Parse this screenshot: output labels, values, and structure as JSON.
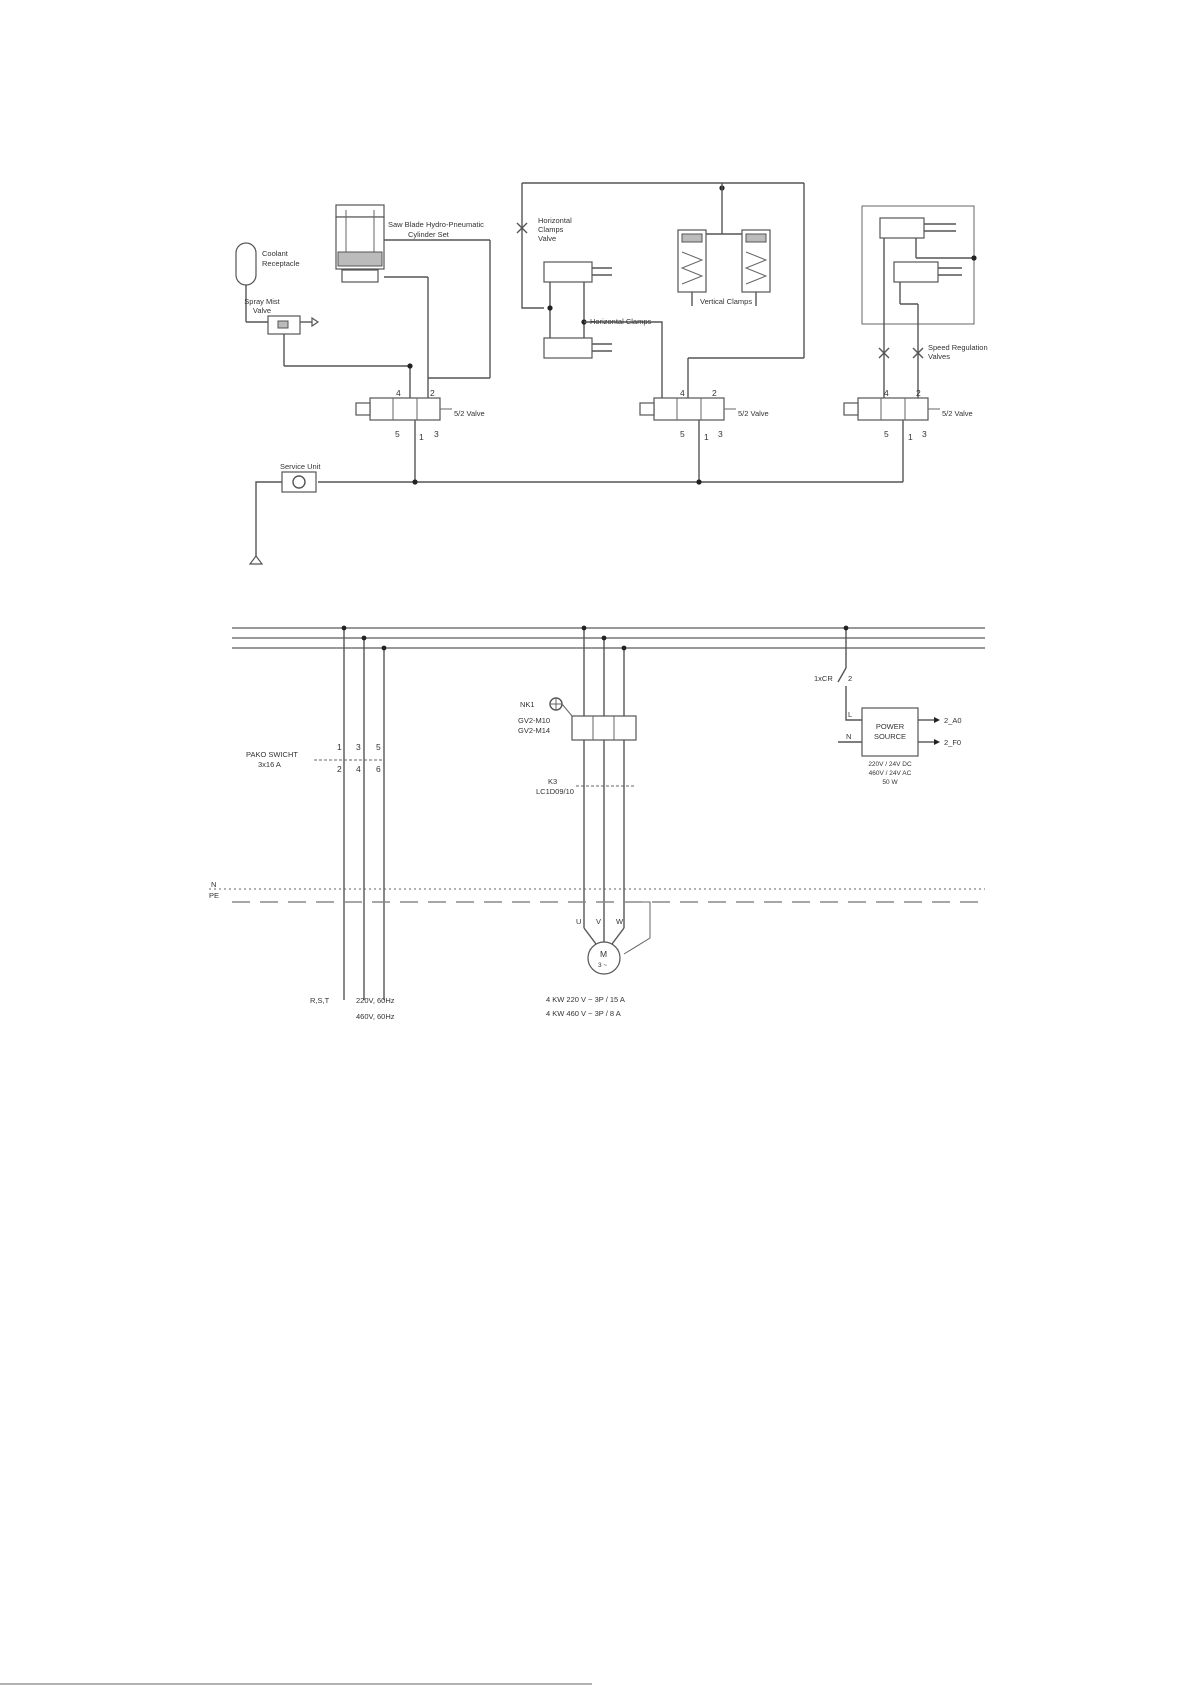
{
  "pneumatic": {
    "saw_cylinder": [
      "Saw Blade Hydro-Pneumatic",
      "Cylinder Set"
    ],
    "coolant": [
      "Coolant",
      "Receptacle"
    ],
    "spray_valve": [
      "Spray Mist",
      "Valve"
    ],
    "h_clamps_valve": [
      "Horizontal",
      "Clamps",
      "Valve"
    ],
    "horizontal_clamps": "Horizontal Clamps",
    "vertical_clamps": "Vertical Clamps",
    "speed_valves": [
      "Speed Regulation",
      "Valves"
    ],
    "valve_label": "5/2 Valve",
    "service_unit": "Service Unit",
    "port_4": "4",
    "port_2": "2",
    "port_5": "5",
    "port_1": "1",
    "port_3": "3"
  },
  "electrical": {
    "rotary_switch": [
      "PAKO SWICHT",
      "3x16 A"
    ],
    "switch_pins_top": [
      "1",
      "3",
      "5"
    ],
    "switch_pins_bottom": [
      "2",
      "4",
      "6"
    ],
    "breaker": [
      "NK1",
      "GV2-M10",
      "GV2-M14"
    ],
    "contactor": [
      "K3",
      "LC1D09/10"
    ],
    "relay": "1xCR",
    "relay_pin": "2",
    "power_source": [
      "POWER",
      "SOURCE"
    ],
    "ps_L": "L",
    "ps_N": "N",
    "ps_out1": "2_A0",
    "ps_out2": "2_F0",
    "ps_specs": [
      "220V / 24V DC",
      "460V / 24V AC",
      "50 W"
    ],
    "n_label": "N",
    "pe_label": "PE",
    "phase_labels": [
      "U",
      "V",
      "W"
    ],
    "motor_m": "M",
    "motor_phase": "3 ~",
    "supply": "R,S,T",
    "supply_v1": "220V, 60Hz",
    "supply_v2": "460V, 60Hz",
    "motor_rating1": "4 KW    220 V ~ 3P / 15 A",
    "motor_rating2": "4 KW    460 V ~ 3P / 8 A"
  }
}
